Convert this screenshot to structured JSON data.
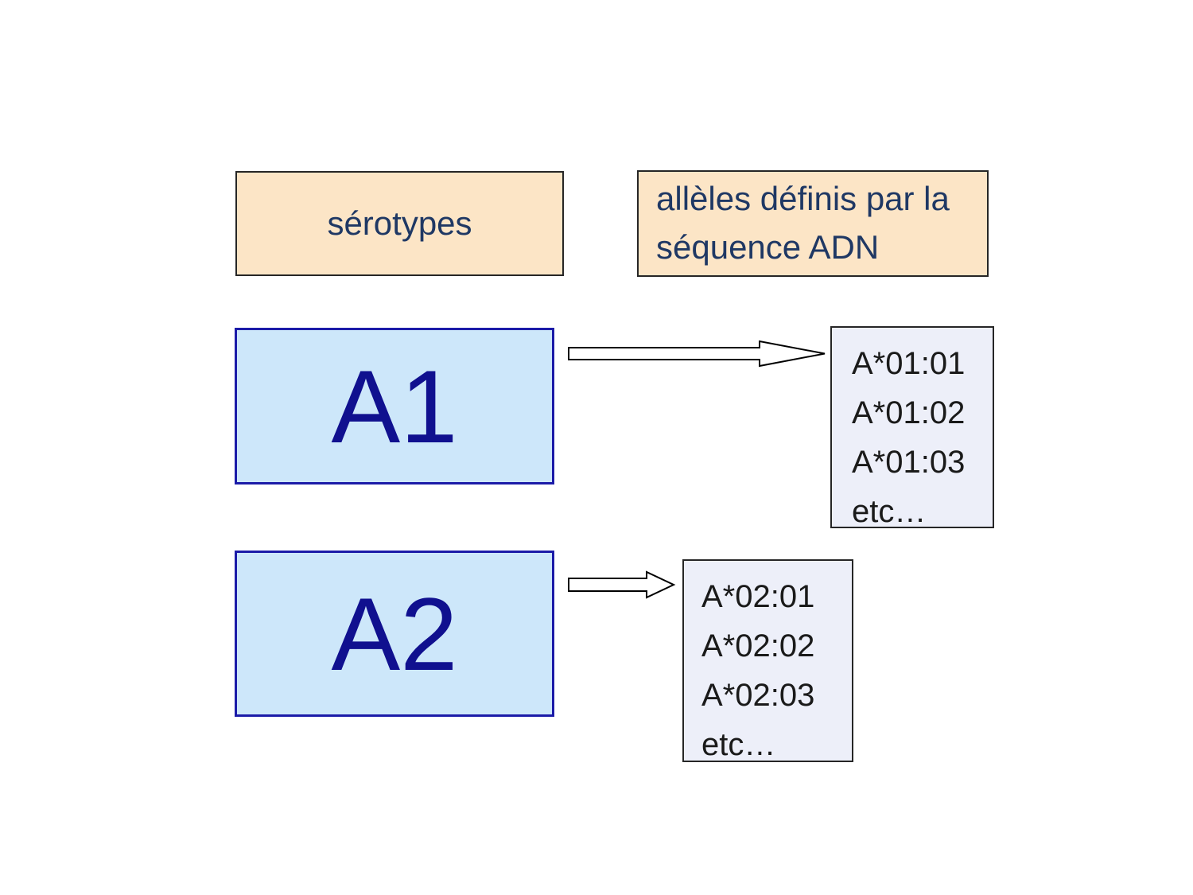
{
  "slide": {
    "background": "#ffffff"
  },
  "headers": {
    "serotypes": "sérotypes",
    "alleles_line1": "allèles définis par la",
    "alleles_line2": "séquence ADN"
  },
  "serotypes": [
    {
      "label": "A1",
      "alleles": [
        "A*01:01",
        "A*01:02",
        "A*01:03",
        "etc…"
      ]
    },
    {
      "label": "A2",
      "alleles": [
        "A*02:01",
        "A*02:02",
        "A*02:03",
        "etc…"
      ]
    }
  ],
  "icons": {
    "arrow_1": "arrow-right-icon",
    "arrow_2": "arrow-right-icon"
  },
  "colors": {
    "header_fill": "#fce5c6",
    "header_border": "#262626",
    "header_text": "#1f3864",
    "serotype_fill": "#cde7fa",
    "serotype_border": "#1b1ba8",
    "serotype_text": "#10108f",
    "allele_fill": "#edeff9",
    "allele_border": "#262626",
    "allele_text": "#1a1a1a",
    "arrow_fill": "#ffffff",
    "arrow_stroke": "#000000"
  }
}
